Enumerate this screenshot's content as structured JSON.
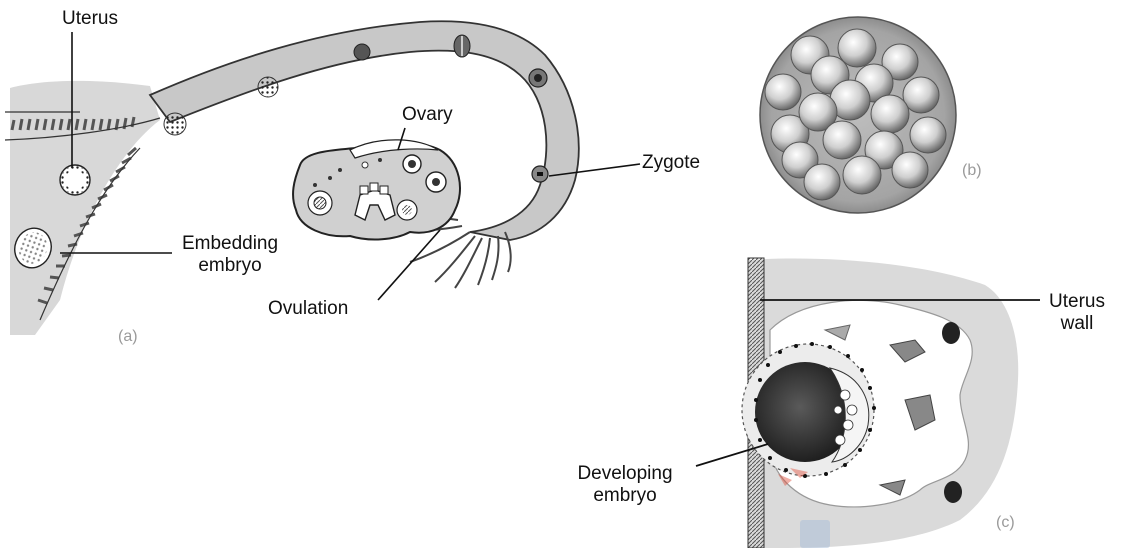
{
  "labels": {
    "uterus": "Uterus",
    "ovary": "Ovary",
    "zygote": "Zygote",
    "embedding_embryo": [
      "Embedding",
      "embryo"
    ],
    "ovulation": "Ovulation",
    "uterus_wall": [
      "Uterus",
      "wall"
    ],
    "developing_embryo": [
      "Developing",
      "embryo"
    ]
  },
  "panels": {
    "a": "(a)",
    "b": "(b)",
    "c": "(c)"
  },
  "colors": {
    "tissue_fill": "#d6d6d6",
    "tube_fill": "#c9c9c9",
    "outline": "#333333",
    "label_text": "#111111",
    "watermark": "#e0503c"
  }
}
